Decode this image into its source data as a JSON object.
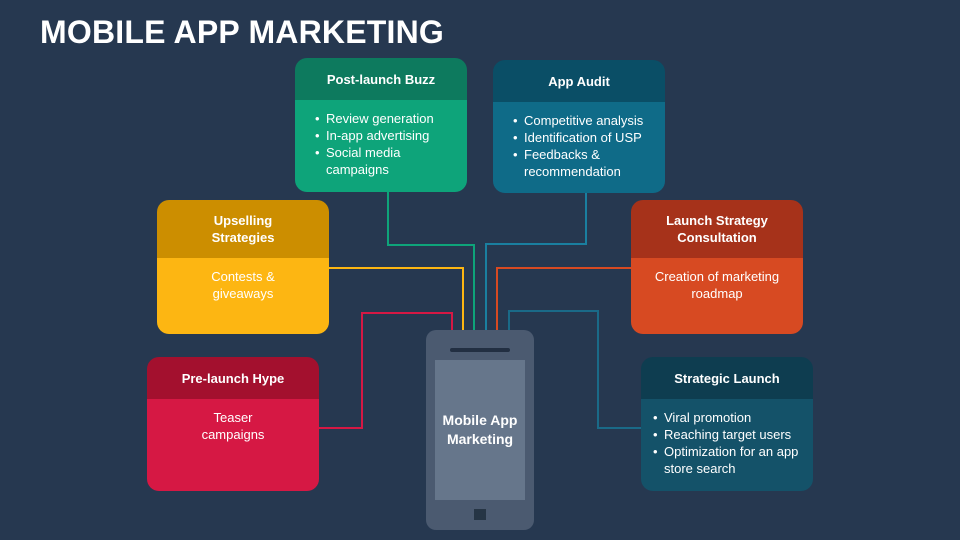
{
  "title": "MOBILE APP MARKETING",
  "phone": {
    "label": "Mobile App Marketing"
  },
  "cards": {
    "post_launch": {
      "title": "Post-launch Buzz",
      "items": [
        "Review generation",
        "In-app advertising",
        "Social media campaigns"
      ],
      "head_color": "#0d7a5e",
      "body_color": "#0ea47a"
    },
    "app_audit": {
      "title": "App Audit",
      "items": [
        "Competitive analysis",
        "Identification of USP",
        "Feedbacks & recommendation"
      ],
      "head_color": "#0a4e66",
      "body_color": "#0f6b88"
    },
    "upselling": {
      "title": "Upselling Strategies",
      "text": "Contests & giveaways",
      "head_color": "#cc8e00",
      "body_color": "#fdb612"
    },
    "launch_strategy": {
      "title": "Launch Strategy Consultation",
      "text": "Creation of marketing roadmap",
      "head_color": "#a6321a",
      "body_color": "#d74a22"
    },
    "pre_launch": {
      "title": "Pre-launch Hype",
      "text": "Teaser campaigns",
      "head_color": "#a3102e",
      "body_color": "#d61844"
    },
    "strategic_launch": {
      "title": "Strategic Launch",
      "items": [
        "Viral promotion",
        "Reaching target users",
        "Optimization for an app store search"
      ],
      "head_color": "#0e3d50",
      "body_color": "#145269"
    }
  },
  "connector_colors": {
    "post_launch": "#0ea47a",
    "app_audit": "#1a7fa0",
    "upselling": "#fdb612",
    "launch_strategy": "#d74a22",
    "pre_launch": "#d61844",
    "strategic_launch": "#1a6a88"
  }
}
